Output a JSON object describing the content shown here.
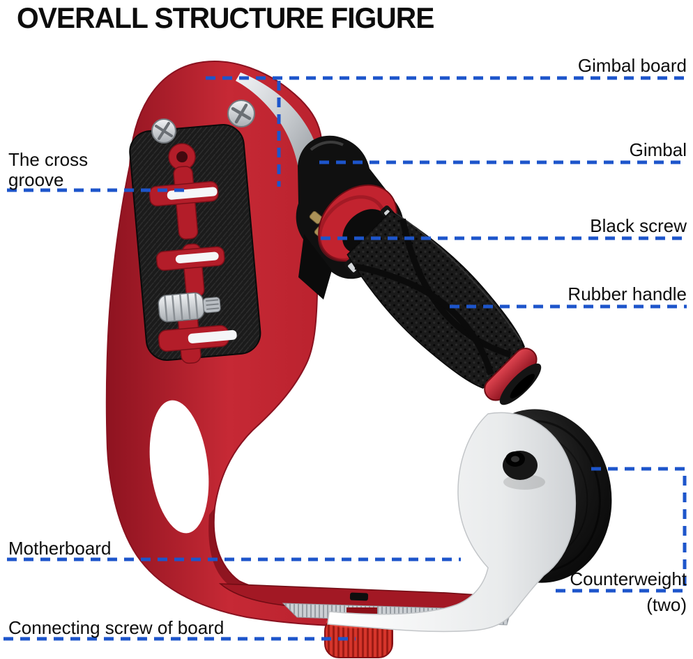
{
  "title": "OVERALL STRUCTURE FIGURE",
  "labels": {
    "gimbal_board": "Gimbal board",
    "gimbal": "Gimbal",
    "black_screw": "Black screw",
    "rubber_handle": "Rubber handle",
    "cross_groove": "The cross groove",
    "motherboard": "Motherboard",
    "connecting_screw": "Connecting screw of board",
    "counterweight": "Counterweight",
    "counterweight_qty": "(two)"
  },
  "colors": {
    "background": "#ffffff",
    "leader_line": "#1d55cb",
    "label_text": "#0d0d0d",
    "frame_red": "#b6202c",
    "screw_red": "#d6352b",
    "pad_black": "#1b1b1b",
    "chrome_silver": "#c6cacd",
    "arm_white": "#efefef",
    "counterweight_black": "#151515"
  }
}
